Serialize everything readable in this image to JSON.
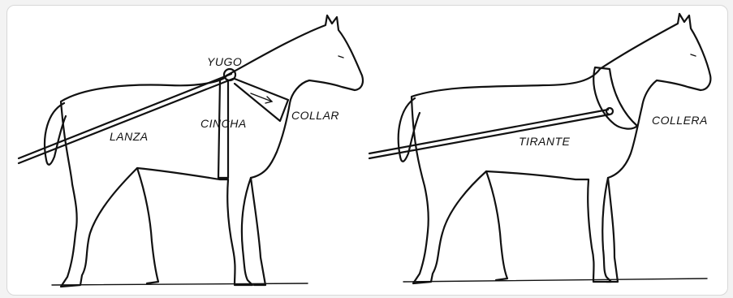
{
  "figure": {
    "left_panel": {
      "labels": {
        "yugo": "YUGO",
        "lanza": "LANZA",
        "cincha": "CINCHA",
        "collar": "COLLAR"
      }
    },
    "right_panel": {
      "labels": {
        "tirante": "TIRANTE",
        "collera": "COLLERA"
      }
    }
  }
}
